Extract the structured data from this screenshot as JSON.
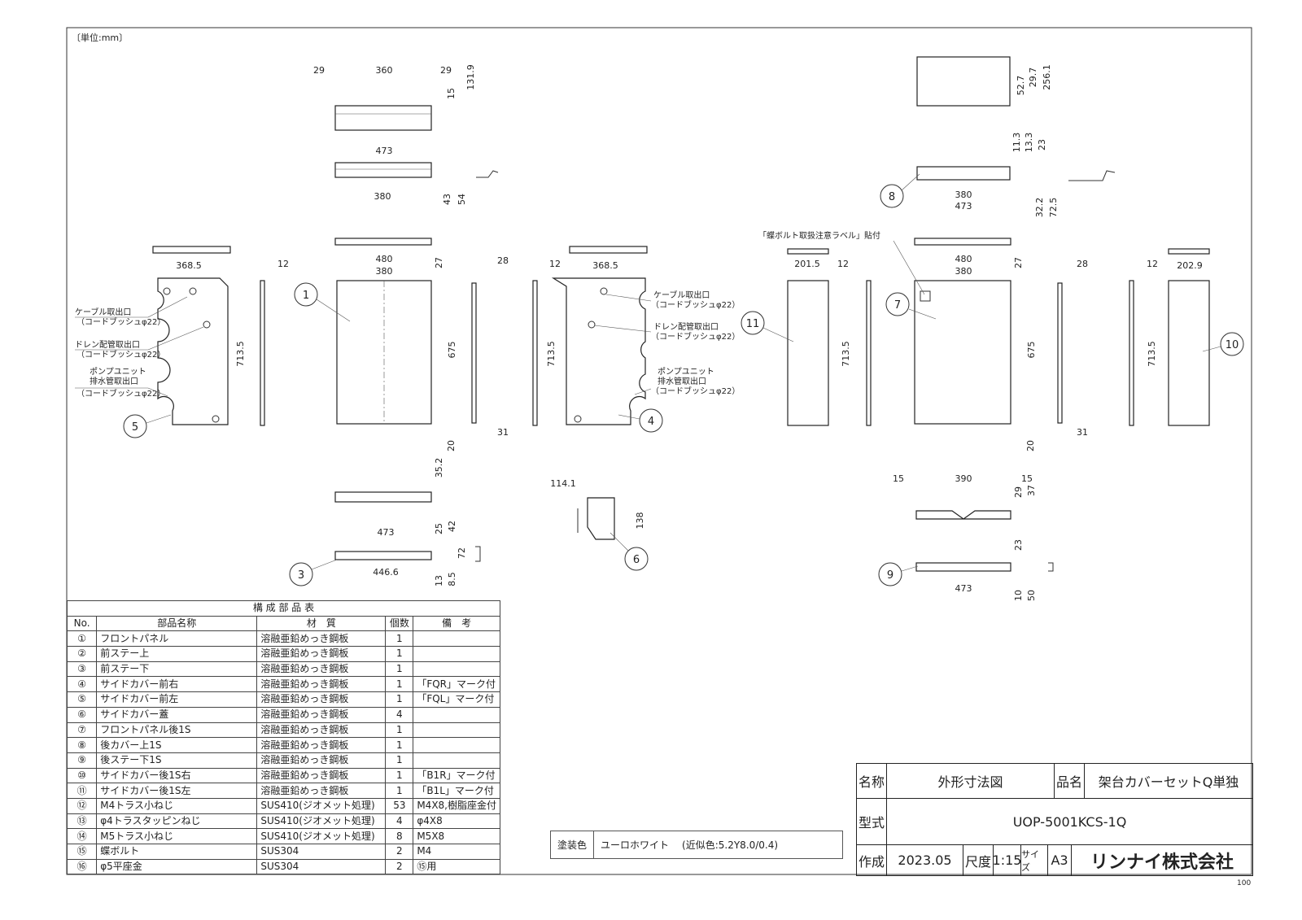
{
  "unit_label": "〔単位:mm〕",
  "sheet_number": "100",
  "dims": [
    "29",
    "360",
    "29",
    "131.9",
    "15",
    "473",
    "380",
    "43",
    "54",
    "368.5",
    "12",
    "713.5",
    "480",
    "380",
    "27",
    "28",
    "675",
    "31",
    "20",
    "35.2",
    "473",
    "446.6",
    "25",
    "42",
    "72",
    "13",
    "8.5",
    "12",
    "368.5",
    "713.5",
    "114.1",
    "138",
    "201.5",
    "12",
    "713.5",
    "480",
    "380",
    "27",
    "28",
    "675",
    "31",
    "20",
    "12",
    "202.9",
    "713.5",
    "52.7",
    "29.7",
    "256.1",
    "11.3",
    "13.3",
    "23",
    "380",
    "473",
    "32.2",
    "72.5",
    "15",
    "390",
    "15",
    "29",
    "37",
    "23",
    "473",
    "10",
    "50"
  ],
  "callouts": [
    "1",
    "3",
    "4",
    "5",
    "6",
    "7",
    "8",
    "9",
    "10",
    "11"
  ],
  "notes": {
    "cable": "ケーブル取出口",
    "bush": "（コードブッシュφ22）",
    "drain": "ドレン配管取出口",
    "pump1": "ポンプユニット",
    "pump2": "排水管取出口",
    "label_note": "「蝶ボルト取扱注意ラベル」貼付"
  },
  "parts_table": {
    "title": "構 成 部 品 表",
    "headers": [
      "No.",
      "部品名称",
      "材　質",
      "個数",
      "備　考"
    ],
    "rows": [
      [
        "①",
        "フロントパネル",
        "溶融亜鉛めっき鋼板",
        "1",
        ""
      ],
      [
        "②",
        "前ステー上",
        "溶融亜鉛めっき鋼板",
        "1",
        ""
      ],
      [
        "③",
        "前ステー下",
        "溶融亜鉛めっき鋼板",
        "1",
        ""
      ],
      [
        "④",
        "サイドカバー前右",
        "溶融亜鉛めっき鋼板",
        "1",
        "「FQR」マーク付"
      ],
      [
        "⑤",
        "サイドカバー前左",
        "溶融亜鉛めっき鋼板",
        "1",
        "「FQL」マーク付"
      ],
      [
        "⑥",
        "サイドカバー蓋",
        "溶融亜鉛めっき鋼板",
        "4",
        ""
      ],
      [
        "⑦",
        "フロントパネル後1S",
        "溶融亜鉛めっき鋼板",
        "1",
        ""
      ],
      [
        "⑧",
        "後カバー上1S",
        "溶融亜鉛めっき鋼板",
        "1",
        ""
      ],
      [
        "⑨",
        "後ステー下1S",
        "溶融亜鉛めっき鋼板",
        "1",
        ""
      ],
      [
        "⑩",
        "サイドカバー後1S右",
        "溶融亜鉛めっき鋼板",
        "1",
        "「B1R」マーク付"
      ],
      [
        "⑪",
        "サイドカバー後1S左",
        "溶融亜鉛めっき鋼板",
        "1",
        "「B1L」マーク付"
      ],
      [
        "⑫",
        "M4トラス小ねじ",
        "SUS410(ジオメット処理)",
        "53",
        "M4X8,樹脂座金付"
      ],
      [
        "⑬",
        "φ4トラスタッピンねじ",
        "SUS410(ジオメット処理)",
        "4",
        "φ4X8"
      ],
      [
        "⑭",
        "M5トラス小ねじ",
        "SUS410(ジオメット処理)",
        "8",
        "M5X8"
      ],
      [
        "⑮",
        "蝶ボルト",
        "SUS304",
        "2",
        "M4"
      ],
      [
        "⑯",
        "φ5平座金",
        "SUS304",
        "2",
        "⑮用"
      ]
    ]
  },
  "paint": {
    "label": "塗装色",
    "value": "ユーロホワイト",
    "approx": "(近似色:5.2Y8.0/0.4)"
  },
  "title_block": {
    "name_label": "名称",
    "name": "外形寸法図",
    "product_label": "品名",
    "product": "架台カバーセットQ単独",
    "model_label": "型式",
    "model": "UOP-5001KCS-1Q",
    "created_label": "作成",
    "date": "2023.05",
    "scale_label": "尺度",
    "scale": "1:15",
    "size_label": "サイズ",
    "size": "A3",
    "company": "リンナイ株式会社"
  }
}
